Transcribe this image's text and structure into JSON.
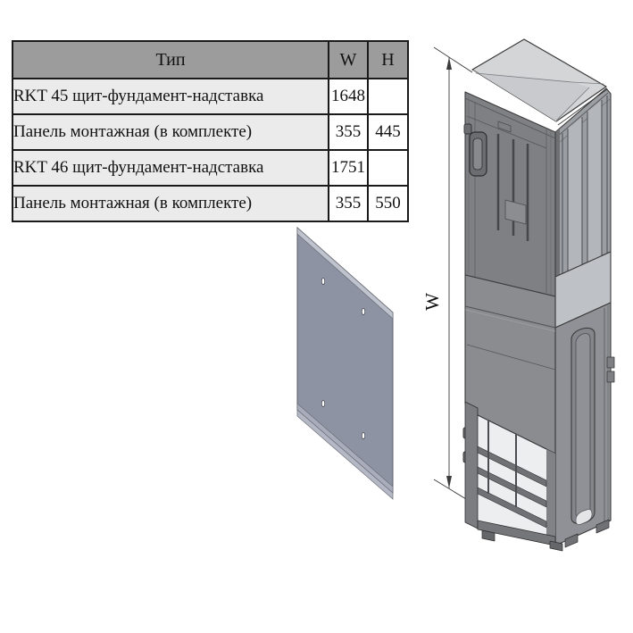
{
  "table": {
    "headers": [
      "Тип",
      "W",
      "H"
    ],
    "rows": [
      {
        "type": "RKT 45 щит-фундамент-надставка",
        "w": "1648",
        "h": ""
      },
      {
        "type": "Панель монтажная (в комплекте)",
        "w": "355",
        "h": "445"
      },
      {
        "type": "RKT 46 щит-фундамент-надставка",
        "w": "1751",
        "h": ""
      },
      {
        "type": "Панель монтажная (в комплекте)",
        "w": "355",
        "h": "550"
      }
    ],
    "colors": {
      "header_bg": "#9c9c9c",
      "type_cell_bg": "#ebebeb",
      "value_cell_bg": "#ffffff",
      "border": "#1a1a1a"
    }
  },
  "figure": {
    "dimension_label": "W",
    "colors": {
      "panel_fill": "#8e93a4",
      "panel_flange": "#bfc3cd",
      "cabinet_roof": "#d4d5d7",
      "cabinet_front": "#7e8084",
      "cabinet_side": "#9b9ea3",
      "cabinet_band_side": "#bec1c6",
      "cabinet_base_interior": "#edeef0",
      "outline": "#3a3a3a"
    }
  }
}
